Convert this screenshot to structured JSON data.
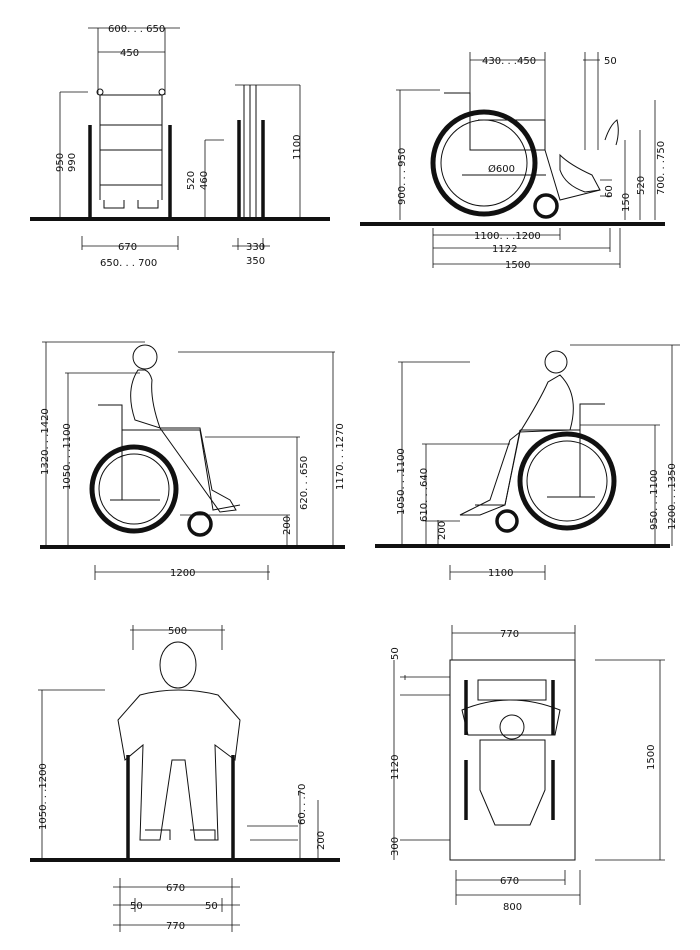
{
  "panels": {
    "front": {
      "w_top": "600. . . 650",
      "w_inner": "450",
      "h_overall": "950\n990",
      "h_seat": "520\n460",
      "w_base": "670",
      "w_base2": "650. . . 700",
      "h_folded": "1100",
      "w_folded": "330",
      "w_folded2": "350"
    },
    "side": {
      "w_handle": "430. . .450",
      "w_foot": "50",
      "h_overall": "900. . . 950",
      "wheel": "Ø600",
      "len_a": "1100. . .1200",
      "len_b": "1122",
      "len_c": "1500",
      "h_knee": "700. . .750",
      "h_seat": "520",
      "h_foot": "150",
      "h_footplate": "60"
    },
    "man_side": {
      "h_head": "1320. . .1420",
      "h_eye": "1050. . .1100",
      "len": "1200",
      "h_lap": "620. . .650",
      "h_top": "1170. . .1270",
      "h_foot": "200"
    },
    "woman_side": {
      "h_eye": "1050. . .1100",
      "h_lap": "610. . .640",
      "h_foot": "200",
      "len": "1100",
      "h_shoulder": "950. . .1100",
      "h_top": "1200. . .1350"
    },
    "front_person": {
      "w_shoulder": "500",
      "h_eye": "1050. . .1200",
      "h_foot1": "60. . .70",
      "h_foot2": "200",
      "w_inner": "670",
      "w_side_l": "50",
      "w_side_r": "50",
      "w_total": "770"
    },
    "plan": {
      "w_top": "770",
      "d_front": "50",
      "d_mid": "1120",
      "d_back": "300",
      "d_total": "1500",
      "w_inner": "670",
      "w_total": "800"
    }
  }
}
